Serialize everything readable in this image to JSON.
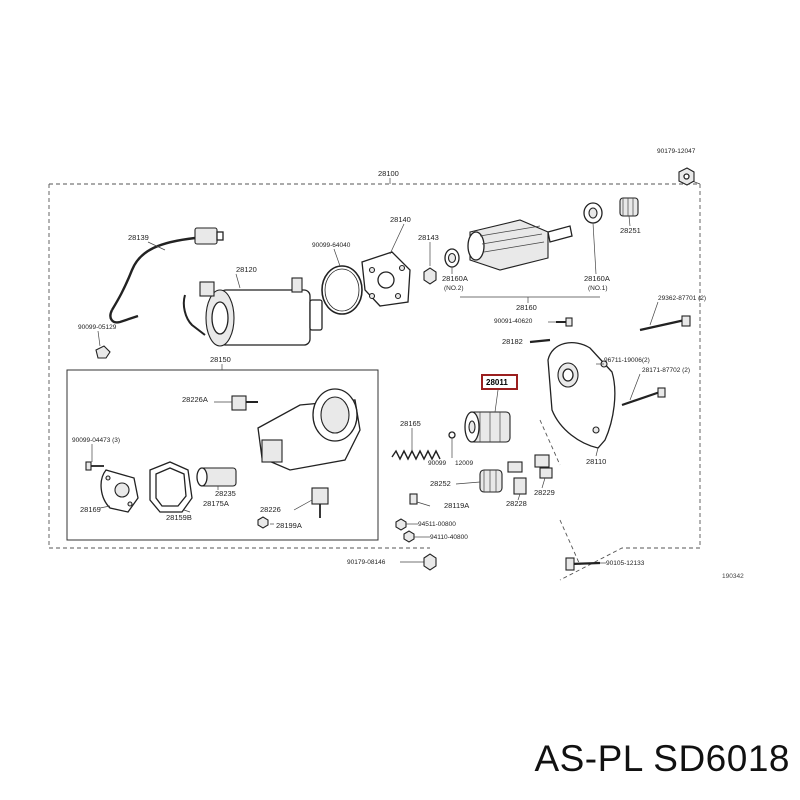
{
  "caption": "AS-PL SD6018",
  "reference_code": "190342",
  "highlighted_part": "28011",
  "part_labels": {
    "p28100": "28100",
    "p90179_12047": "90179-12047",
    "p28139": "28139",
    "p28140": "28140",
    "p90099_64040": "90099-64040",
    "p28143": "28143",
    "p28120": "28120",
    "p28251": "28251",
    "p28160A_no2": "28160A",
    "no2": "(NO.2)",
    "p28160A_no1": "28160A",
    "no1": "(NO.1)",
    "p28160": "28160",
    "p90099_05129": "90099-05129",
    "p90091_40620": "90091-40620",
    "p29362": "29362-87701 (2)",
    "p28182": "28182",
    "p28150": "28150",
    "p96711": "96711-19006(2)",
    "p28171": "28171-87702 (2)",
    "p28226A": "28226A",
    "p28165": "28165",
    "p90099_04473": "90099-04473 (3)",
    "p90099_12009_a": "90099",
    "p90099_12009_b": "12009",
    "p28110": "28110",
    "p28252": "28252",
    "p28229": "28229",
    "p28169": "28169",
    "p28235": "28235",
    "p28175A": "28175A",
    "p28119A": "28119A",
    "p28228": "28228",
    "p28159B": "28159B",
    "p28226": "28226",
    "p28199A": "28199A",
    "p94511": "94511-00800",
    "p94110": "94110-40800",
    "p90179_08146": "90179-08146",
    "p90105": "90105-12133"
  }
}
